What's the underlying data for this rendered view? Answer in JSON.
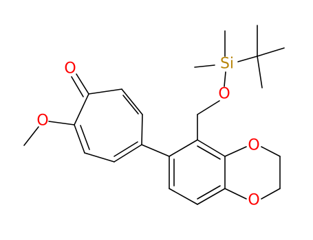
{
  "atoms": {
    "carbonyl_oxygen": "O",
    "methoxy_oxygen": "O",
    "silyl_ether_oxygen": "O",
    "silicon": "Si",
    "dioxane_oxygen_upper": "O",
    "dioxane_oxygen_lower": "O"
  },
  "colors": {
    "bond": "#000000",
    "oxygen": "#ff0000",
    "silicon": "#b8860b"
  }
}
